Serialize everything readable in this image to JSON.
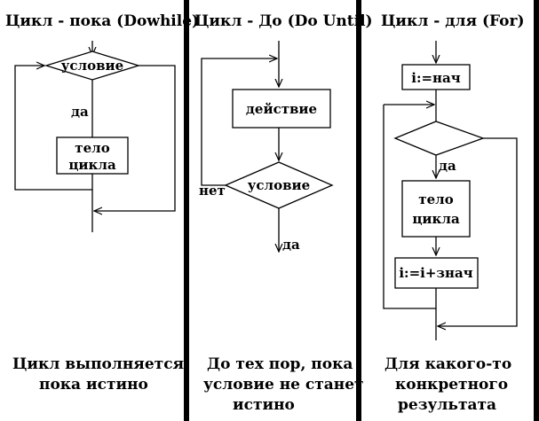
{
  "columns": [
    {
      "title": "Цикл - пока (Dowhile)",
      "condition": "условие",
      "yes": "да",
      "body": [
        "тело",
        "цикла"
      ],
      "caption": [
        "Цикл выполняется,",
        "пока истино"
      ]
    },
    {
      "title": "Цикл - До (Do Until)",
      "action": "действие",
      "condition": "условие",
      "no": "нет",
      "yes": "да",
      "caption": [
        "До тех пор, пока",
        "условие не станет",
        "истино"
      ]
    },
    {
      "title": "Цикл - для (For)",
      "init": "i:=нач",
      "yes": "да",
      "body": [
        "тело",
        "цикла"
      ],
      "step": "i:=i+знач",
      "caption": [
        "Для какого-то",
        "конкретного",
        "результата"
      ]
    }
  ],
  "colors": {
    "background": "#ffffff",
    "divider": "#000000",
    "ink": "#000000"
  }
}
